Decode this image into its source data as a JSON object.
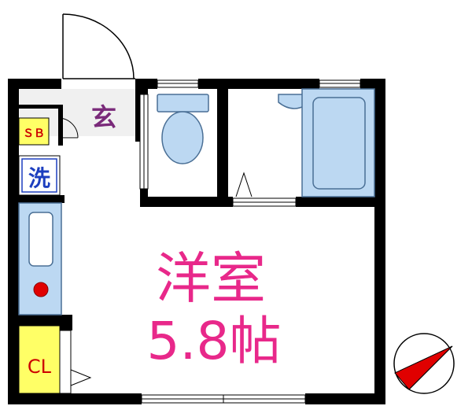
{
  "labels": {
    "genkan": "玄",
    "shoe_box": "ＳＢ",
    "washer": "洗",
    "room_type": "洋室",
    "room_size": "5.8帖",
    "closet": "CL"
  },
  "colors": {
    "wall": "#000000",
    "fixture_blue": "#bcd8f2",
    "fixture_stroke": "#4a6f95",
    "room_text": "#e8288a",
    "genkan_text": "#7a2a7a",
    "shoe_box_fill": "#ffff66",
    "shoe_box_text": "#cc0000",
    "washer_text": "#1d3fbf",
    "closet_fill": "#ffff66",
    "closet_text": "#cc0000",
    "stove_dot": "#e00000",
    "compass_arrow": "#e00000",
    "entry_floor": "#f0f0f0"
  },
  "icons": [
    "compass-icon",
    "toilet-icon",
    "bathtub-icon",
    "sink-icon",
    "kitchen-sink-icon",
    "stove-burner-icon"
  ]
}
